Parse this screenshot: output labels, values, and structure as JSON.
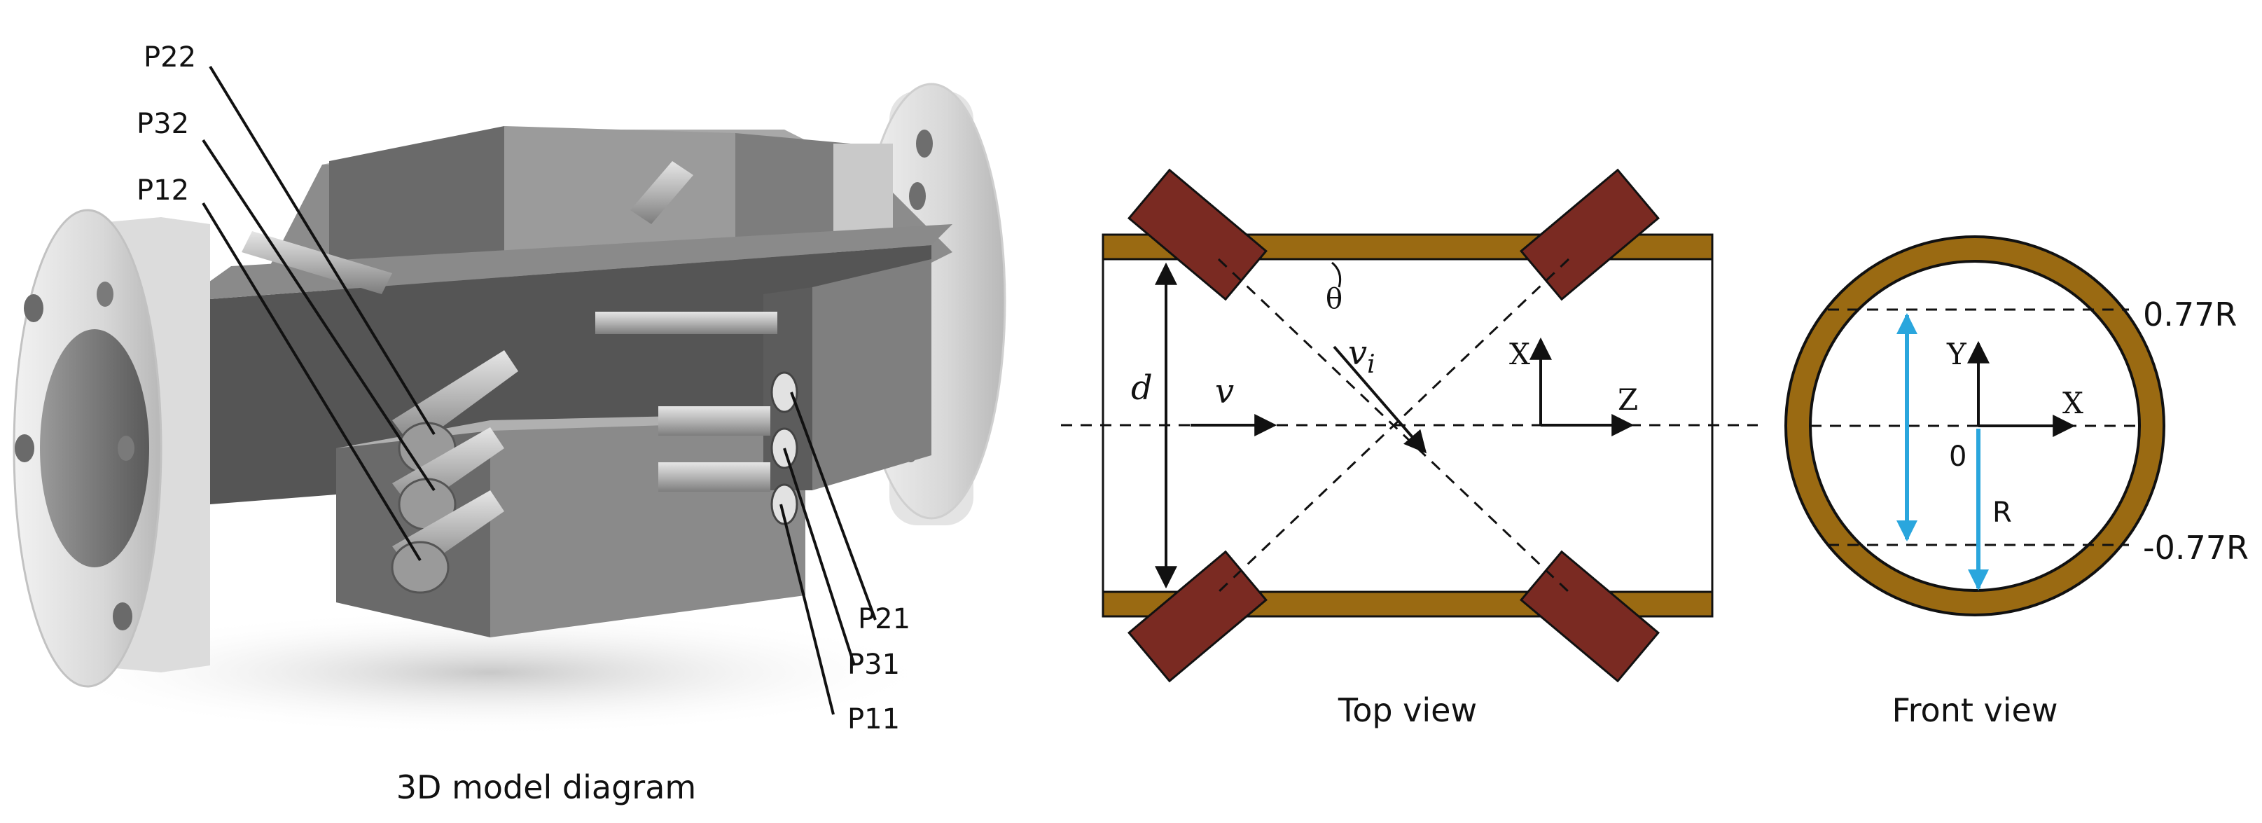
{
  "model3d": {
    "caption": "3D model diagram",
    "probes_left": [
      "P22",
      "P32",
      "P12"
    ],
    "probes_right": [
      "P21",
      "P31",
      "P11"
    ]
  },
  "top_view": {
    "caption": "Top view",
    "diameter": "d",
    "velocity": "v",
    "velocity_i": "vi",
    "angle": "θ",
    "axis_x": "X",
    "axis_z": "Z"
  },
  "front_view": {
    "caption": "Front view",
    "upper_chord": "0.77R",
    "lower_chord": "-0.77R",
    "origin": "0",
    "radius": "R",
    "axis_y": "Y",
    "axis_x": "X"
  },
  "colors": {
    "pipe_wall": "#9a6a12",
    "transducer": "#7a2a22",
    "arrow_blue": "#2aa6dd",
    "metal": "#5f5f5f"
  }
}
